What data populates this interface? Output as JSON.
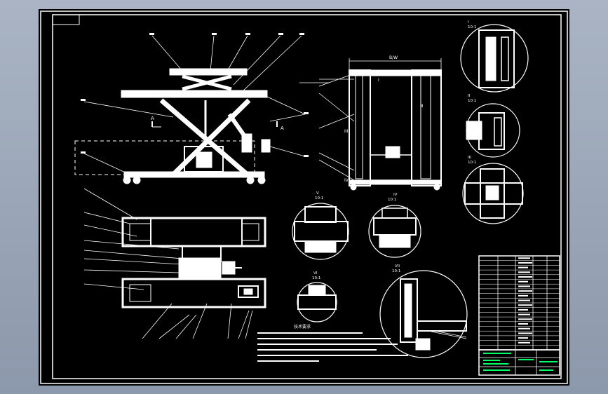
{
  "drawing": {
    "view_labels": {
      "section": "A—A",
      "mark_a_top": "A",
      "mark_a_bottom": "A"
    },
    "details": [
      {
        "id": "I",
        "scale": "10:1"
      },
      {
        "id": "II",
        "scale": "10:1"
      },
      {
        "id": "III",
        "scale": "10:1"
      },
      {
        "id": "IV",
        "scale": "10:1"
      },
      {
        "id": "V",
        "scale": "10:1"
      },
      {
        "id": "VI",
        "scale": "10:1"
      },
      {
        "id": "VII",
        "scale": "10:1"
      }
    ],
    "roman_marks": [
      "I",
      "II",
      "III",
      "IV"
    ],
    "dimension_label": "B/W",
    "tech_requirements_title": "技术要求"
  },
  "colors": {
    "background": "#000000",
    "line": "#ffffff",
    "accent_green": "#00ff66",
    "outer_frame": "#9aa4b6"
  }
}
